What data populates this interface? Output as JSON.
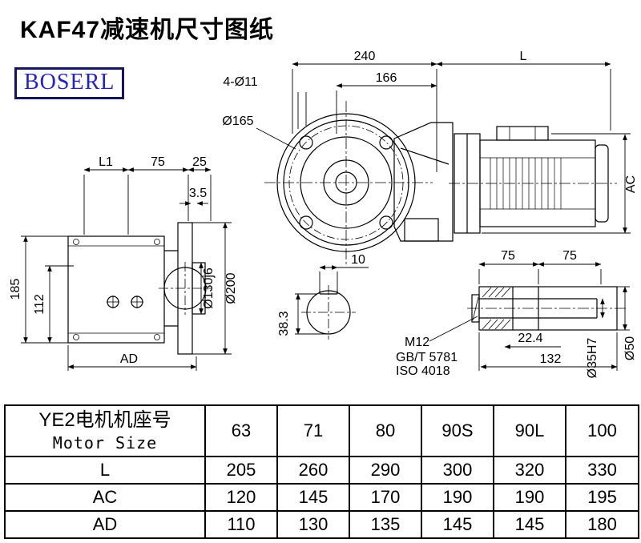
{
  "page": {
    "title": "KAF47减速机尺寸图纸",
    "brand": "BOSERL"
  },
  "drawing": {
    "front": {
      "dim_240": "240",
      "dim_L": "L",
      "dim_166": "166",
      "dim_bolt_holes": "4-Ø11",
      "dim_O165": "Ø165",
      "dim_AC": "AC"
    },
    "side": {
      "dim_L1": "L1",
      "dim_75": "75",
      "dim_25": "25",
      "dim_3_5": "3.5",
      "dim_185": "185",
      "dim_112": "112",
      "dim_AD": "AD",
      "dim_O130": "Ø130j6",
      "dim_O200": "Ø200"
    },
    "shaft_end": {
      "dim_10": "10",
      "dim_38_3": "38.3"
    },
    "shaft_detail": {
      "dim_75_left": "75",
      "dim_75_right": "75",
      "thread": "M12",
      "std_gb": "GB/T 5781",
      "std_iso": "ISO 4018",
      "dim_22_4": "22.4",
      "dim_132": "132",
      "dim_O50": "Ø50",
      "dim_O35H7": "Ø35H7"
    }
  },
  "table": {
    "header_cn": "YE2电机机座号",
    "header_en": "Motor Size",
    "sizes": [
      "63",
      "71",
      "80",
      "90S",
      "90L",
      "100"
    ],
    "rows": [
      {
        "label": "L",
        "values": [
          "205",
          "260",
          "290",
          "300",
          "320",
          "330"
        ]
      },
      {
        "label": "AC",
        "values": [
          "120",
          "145",
          "170",
          "190",
          "190",
          "195"
        ]
      },
      {
        "label": "AD",
        "values": [
          "110",
          "130",
          "135",
          "145",
          "145",
          "180"
        ]
      }
    ]
  }
}
